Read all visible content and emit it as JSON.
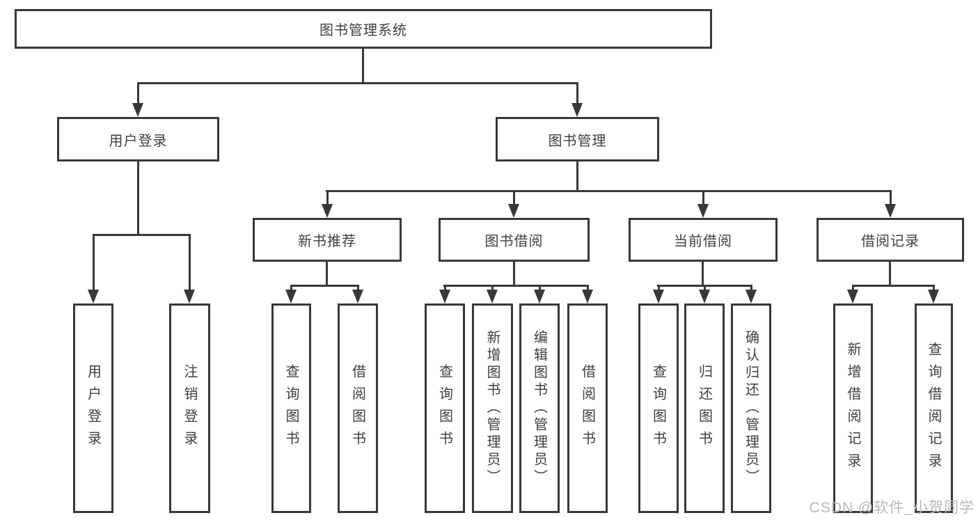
{
  "tree": {
    "label": "图书管理系统",
    "children": [
      {
        "label": "用户登录",
        "children": [
          {
            "label": "用户登录"
          },
          {
            "label": "注销登录"
          }
        ]
      },
      {
        "label": "图书管理",
        "children": [
          {
            "label": "新书推荐",
            "children": [
              {
                "label": "查询图书"
              },
              {
                "label": "借阅图书"
              }
            ]
          },
          {
            "label": "图书借阅",
            "children": [
              {
                "label": "查询图书"
              },
              {
                "label": "新增图书（管理员）"
              },
              {
                "label": "编辑图书（管理员）"
              },
              {
                "label": "借阅图书"
              }
            ]
          },
          {
            "label": "当前借阅",
            "children": [
              {
                "label": "查询图书"
              },
              {
                "label": "归还图书"
              },
              {
                "label": "确认归还（管理员）"
              }
            ]
          },
          {
            "label": "借阅记录",
            "children": [
              {
                "label": "新增借阅记录"
              },
              {
                "label": "查询借阅记录"
              }
            ]
          }
        ]
      }
    ]
  },
  "watermark": "CSDN @软件_小贺同学",
  "colors": {
    "line": "#383838",
    "text": "#3f3f3f",
    "watermark": "#b9b9b9",
    "background": "#ffffff"
  }
}
